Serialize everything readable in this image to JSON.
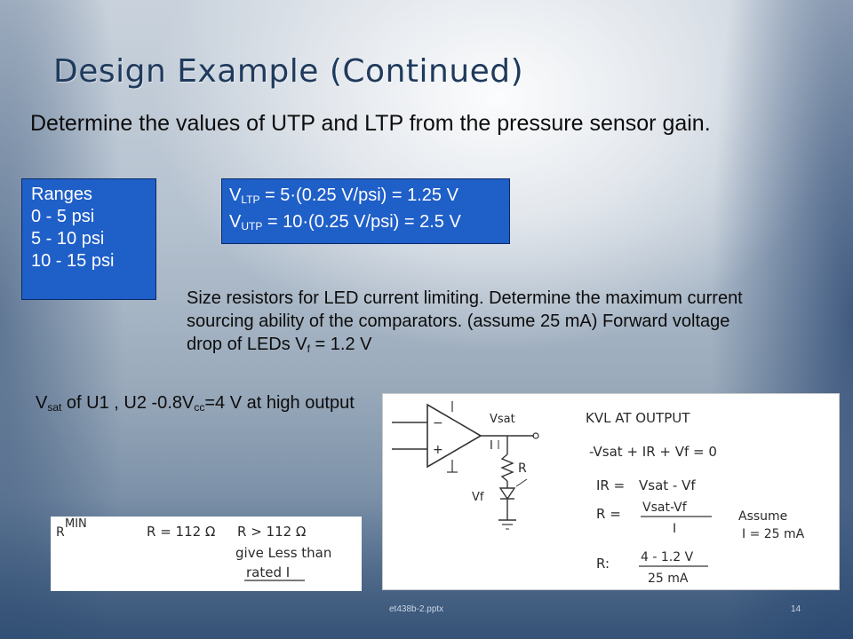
{
  "slide": {
    "title": "Design Example (Continued)",
    "intro": "Determine the values of UTP and LTP from the pressure sensor gain.",
    "ranges": {
      "items": [
        "Ranges",
        "0 - 5 psi",
        "5 - 10 psi",
        "10 - 15 psi"
      ]
    },
    "voltages": {
      "ltp": {
        "v": "V",
        "sub": "LTP",
        "expr": " = 5·(0.25 V/psi) = 1.25 V"
      },
      "utp": {
        "v": "V",
        "sub": "UTP",
        "expr": " = 10·(0.25 V/psi) = 2.5 V"
      }
    },
    "resistor_text": {
      "main": "Size resistors for LED current limiting.  Determine the maximum current sourcing ability of the comparators. (assume 25 mA) Forward voltage drop of LEDs ",
      "v": "V",
      "sub": "f",
      "tail": " = 1.2 V"
    },
    "vsat_text": {
      "v1": "V",
      "sub1": "sat",
      "mid": " of U1 , U2 -0.8V",
      "sub2": "cc",
      "tail": "=4 V at high output"
    },
    "handwritten_note": {
      "r_label": "R",
      "min": "MIN",
      "r_eq": "R = 112 Ω",
      "r_gt": "R > 112 Ω",
      "line1": "give Less than",
      "line2": "rated I"
    },
    "circuit": {
      "kvl_title": "KVL AT OUTPUT",
      "eq1": "-Vsat + IR + Vf = 0",
      "eq2_lhs": "IR = ",
      "eq2_rhs": "Vsat - Vf",
      "eq3_lhs": "R = ",
      "eq3_num": "Vsat-Vf",
      "eq3_den": "I",
      "assume1": "Assume",
      "assume2": "I = 25 mA",
      "eq4_lhs": "R: ",
      "eq4_num": "4 - 1.2 V",
      "eq4_den": "25 mA",
      "label_vsat": "Vsat",
      "label_i": "I",
      "label_r": "R",
      "label_vf": "Vf",
      "label_minus": "−",
      "label_plus": "+"
    },
    "footer": {
      "filename": "et438b-2.pptx",
      "page": "14"
    }
  }
}
